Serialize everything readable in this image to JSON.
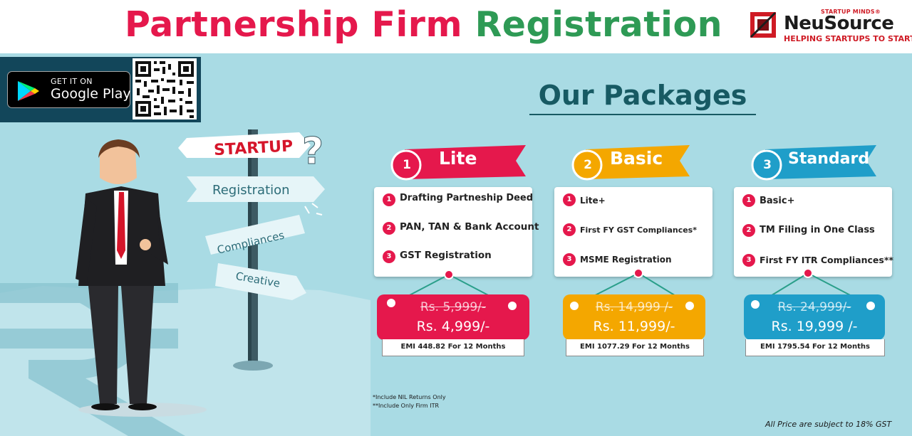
{
  "header": {
    "title_part1": "Partnership Firm",
    "title_part2": "Registration"
  },
  "logo": {
    "tagline": "STARTUP MINDS",
    "reg_mark": "®",
    "name": "NeuSource",
    "subtitle": "HELPING STARTUPS TO START"
  },
  "app_badge": {
    "get_it_on": "GET IT ON",
    "store_name": "Google Play"
  },
  "illustration": {
    "signs": [
      "STARTUP",
      "Registration",
      "Compliances",
      "Creative"
    ],
    "question_mark": "?"
  },
  "packages_heading": "Our Packages",
  "packages": [
    {
      "number": "1",
      "name": "Lite",
      "features": [
        {
          "num": "1",
          "text": "Drafting Partneship Deed"
        },
        {
          "num": "2",
          "text": "PAN, TAN & Bank Account"
        },
        {
          "num": "3",
          "text": "GST Registration"
        }
      ],
      "old_price": "Rs. 5,999/-",
      "new_price": "Rs. 4,999/-",
      "emi": "EMI 448.82  For 12 Months",
      "color": "#e5184c"
    },
    {
      "number": "2",
      "name": "Basic",
      "features": [
        {
          "num": "1",
          "text": "Lite+"
        },
        {
          "num": "2",
          "text": "First FY GST Compliances*"
        },
        {
          "num": "3",
          "text": "MSME Registration"
        }
      ],
      "old_price": "Rs. 14,999 /-",
      "new_price": "Rs. 11,999/-",
      "emi": "EMI  1077.29  For 12 Months",
      "color": "#f4a700"
    },
    {
      "number": "3",
      "name": "Standard",
      "features": [
        {
          "num": "1",
          "text": "Basic+"
        },
        {
          "num": "2",
          "text": "TM Filing in One Class"
        },
        {
          "num": "3",
          "text": "First FY ITR Compliances**"
        }
      ],
      "old_price": "Rs. 24,999/-",
      "new_price": "Rs. 19,999 /-",
      "emi": "EMI  1795.54  For 12 Months",
      "color": "#1f9ec9"
    }
  ],
  "footnotes": {
    "note1": "*Include NIL Returns Only",
    "note2": "**Include Only Firm ITR"
  },
  "gst_note": "All Price are subject to 18% GST",
  "colors": {
    "title_red": "#e5184c",
    "title_green": "#2e9a55",
    "background": "#a9dbe4",
    "heading_teal": "#175a63",
    "app_box": "#12465a"
  }
}
